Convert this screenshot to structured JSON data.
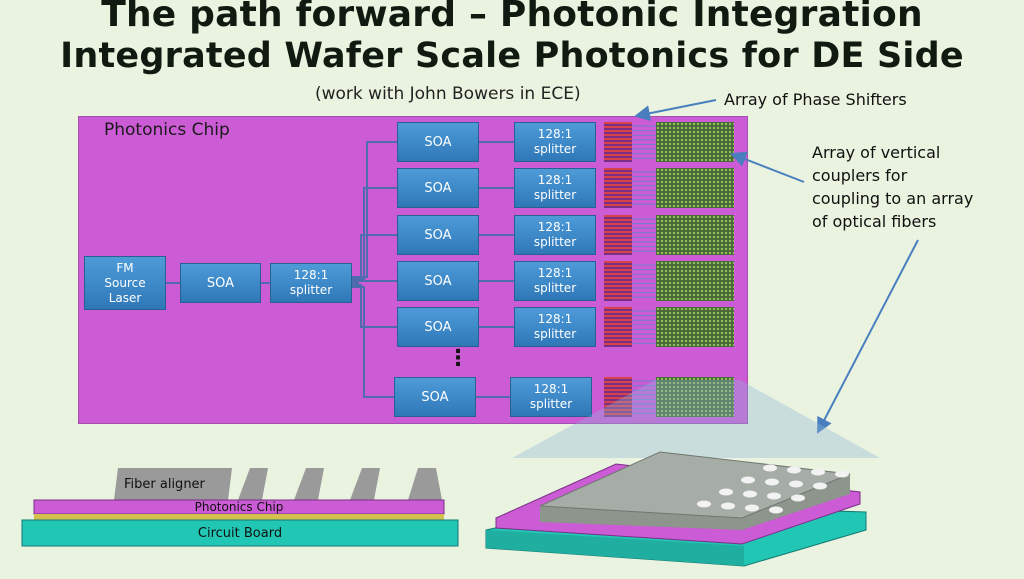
{
  "title_line1": "The path forward – Photonic Integration",
  "title_line2": "Integrated Wafer Scale Photonics for DE Side",
  "subtitle": "(work with John Bowers in ECE)",
  "callout_phase": "Array of Phase Shifters",
  "callout_couplers": [
    "Array of vertical",
    "couplers for",
    "coupling to an array",
    "of optical fibers"
  ],
  "chip_label": "Photonics Chip",
  "source_laser": [
    "FM",
    "Source",
    "Laser"
  ],
  "first_soa": "SOA",
  "first_splitter": [
    "128:1",
    "splitter"
  ],
  "branch_soa": "SOA",
  "branch_splitter": [
    "128:1",
    "splitter"
  ],
  "ellipsis": "⋮",
  "cross_section": {
    "fiber_aligner": "Fiber aligner",
    "photonics_chip": "Photonics Chip",
    "circuit_board": "Circuit Board"
  },
  "colors": {
    "chip": "#cc5bd6",
    "soa_blue": "#3a86c8",
    "phase_shifter_red": "#d8434a",
    "coupler_green": "#8fc65a",
    "board_cyan": "#22c6b4",
    "callout_arrow": "#4a7fbf"
  }
}
